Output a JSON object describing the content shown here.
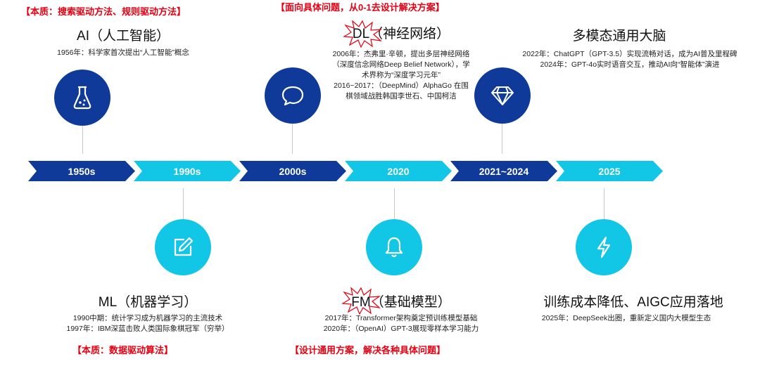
{
  "notes": {
    "top_left": "【本质：搜索驱动方法、规则驱动方法】",
    "top_center": "【面向具体问题，从0-1去设计解决方案】",
    "bottom_left": "【本质：数据驱动算法】",
    "bottom_center": "【设计通用方案，解决各种具体问题】"
  },
  "milestones": {
    "ai": {
      "title": "AI（人工智能）",
      "lines": [
        "1956年：科学家首次提出“人工智能”概念"
      ]
    },
    "dl": {
      "title_prefix": "DL",
      "title_suffix": "（神经网络）",
      "lines": [
        "2006年：杰弗里·辛顿，提出多层神经网络",
        "（深度信念网络Deep Belief Network），学",
        "术界称为“深度学习元年”",
        "2016~2017：（DeepMind）AlphaGo 在围",
        "棋领域战胜韩国李世石、中国柯洁"
      ]
    },
    "mm": {
      "title": "多模态通用大脑",
      "lines": [
        "2022年：ChatGPT（GPT-3.5）实现流畅对话，成为AI普及里程碑",
        "2024年：GPT-4o实时语音交互，推动AI向“智能体”演进"
      ]
    },
    "ml": {
      "title": "ML（机器学习）",
      "lines": [
        "1990中期：统计学习成为机器学习的主流技术",
        "1997年：IBM深蓝击败人类国际象棋冠军（穷举）"
      ]
    },
    "fm": {
      "title_prefix": "FM",
      "title_suffix": "（基础模型）",
      "lines": [
        "2017年：Transformer架构奠定预训练模型基础",
        "2020年：（OpenAI）GPT-3展现零样本学习能力"
      ]
    },
    "aigc": {
      "title": "训练成本降低、AIGC应用落地",
      "lines": [
        "2025年：DeepSeek出圈，重新定义国内大模型生态"
      ]
    }
  },
  "timeline": [
    "1950s",
    "1990s",
    "2000s",
    "2020",
    "2021~2024",
    "2025"
  ],
  "colors": {
    "dark": "#103a9a",
    "light": "#12c6e6",
    "red": "#e60012"
  },
  "icons": [
    "flask-icon",
    "edit-icon",
    "chat-bubble-icon",
    "bell-icon",
    "diamond-icon",
    "lightning-icon"
  ]
}
